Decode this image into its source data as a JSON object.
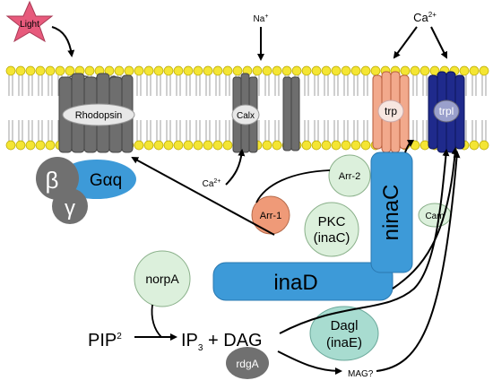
{
  "labels": {
    "light": "Light",
    "na": "Na",
    "na_sup": "+",
    "ca_top": "Ca",
    "ca_top_sup": "2+",
    "rhodopsin": "Rhodopsin",
    "calx": "Calx",
    "trp": "trp",
    "trpl": "trpl",
    "beta": "β",
    "gamma": "γ",
    "gaq": "Gαq",
    "ca_mid": "Ca",
    "ca_mid_sup": "2+",
    "arr2": "Arr-2",
    "arr1": "Arr-1",
    "ninac": "ninaC",
    "cam": "Cam",
    "pkc_line1": "PKC",
    "pkc_line2": "(inaC)",
    "norpa": "norpA",
    "inad": "inaD",
    "pip": "PIP",
    "pip_sub": "2",
    "ip": "IP",
    "ip_sub": "3",
    "plus_dag": " + DAG",
    "dagl_line1": "Dagl",
    "dagl_line2": "(inaE)",
    "rdga": "rdgA",
    "mag": "MAG?"
  },
  "colors": {
    "lipid_head": "#f4e533",
    "lipid_stroke": "#b8a800",
    "protein_gray": "#6e6e6e",
    "trp_fill": "#f2a98c",
    "trpl_fill": "#1f2a8c",
    "gaq_blue": "#3d9ad8",
    "light_star": "#e75a7c",
    "pale_green": "#dcf0dc",
    "arr1_fill": "#ef9a78",
    "subunit_gray": "#707070"
  }
}
